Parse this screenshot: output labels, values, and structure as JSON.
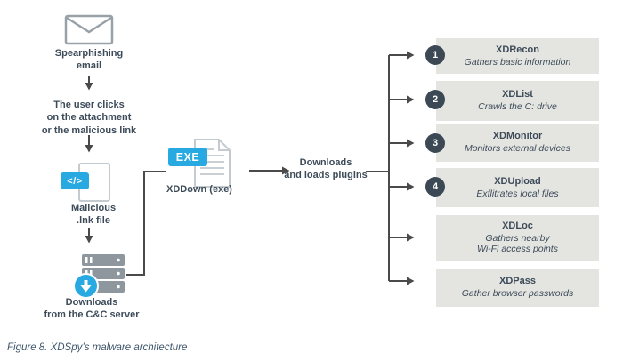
{
  "left_flow": {
    "email_label": "Spearphishing\nemail",
    "click_label": "The user clicks\non the attachment\nor the malicious link",
    "lnk_badge": "</>",
    "lnk_label": "Malicious\n.lnk file",
    "cnc_label": "Downloads\nfrom the C&C server"
  },
  "middle": {
    "exe_badge": "EXE",
    "exe_label": "XDDown (exe)",
    "plugins_label": "Downloads\nand loads plugins"
  },
  "plugins": [
    {
      "num": "1",
      "name": "XDRecon",
      "desc": "Gathers basic information"
    },
    {
      "num": "2",
      "name": "XDList",
      "desc": "Crawls the C: drive"
    },
    {
      "num": "3",
      "name": "XDMonitor",
      "desc": "Monitors external devices"
    },
    {
      "num": "4",
      "name": "XDUpload",
      "desc": "Exflitrates local files"
    },
    {
      "num": "",
      "name": "XDLoc",
      "desc": "Gathers nearby\nWi-Fi access points"
    },
    {
      "num": "",
      "name": "XDPass",
      "desc": "Gather browser passwords"
    }
  ],
  "caption": "Figure 8. XDSpy’s malware architecture",
  "colors": {
    "accent_blue": "#29a9e1",
    "slate_text": "#3d4b59",
    "box_gray": "#e4e5e1",
    "badge_dark": "#3c4955",
    "line_gray": "#4a4a4a"
  }
}
